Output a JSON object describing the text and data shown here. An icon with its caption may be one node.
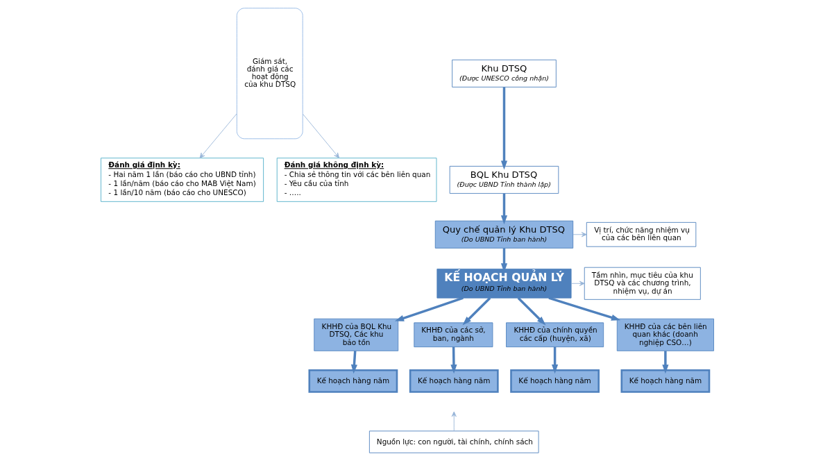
{
  "diagram": {
    "nodes": [
      {
        "text": [
          "Giám sát, đánh giá các hoạt động của khu DTSQ"
        ]
      },
      {
        "text": [
          "Đánh giá định kỳ:",
          "- Hai năm 1 lần (báo cáo cho UBND tỉnh)",
          "- 1 lần/năm (báo cáo cho MAB Việt Nam)",
          "- 1 lần/10 năm (báo cáo cho UNESCO)"
        ]
      },
      {
        "text": [
          "Đánh giá không định kỳ:",
          "- Chia sẻ thông tin với các bên liên quan",
          "- Yêu cầu của tỉnh",
          "- ….."
        ]
      },
      {
        "text": [
          "Khu DTSQ",
          "(Được UNESCO công nhận)"
        ]
      },
      {
        "text": [
          "BQL Khu DTSQ",
          "(Được UBND Tỉnh thành lập)"
        ]
      },
      {
        "text": [
          "Quy chế quản lý Khu DTSQ",
          "(Do UBND Tỉnh ban hành)"
        ]
      },
      {
        "text": [
          "Vị trí, chức năng nhiệm vụ của các bên liên quan"
        ]
      },
      {
        "text": [
          "KẾ HOẠCH QUẢN LÝ",
          "(Do UBND Tỉnh ban hành)"
        ]
      },
      {
        "text": [
          "Tầm nhìn, mục tiêu của khu DTSQ và các chương trình, nhiệm vụ, dự án"
        ]
      },
      {
        "text": [
          "KHHĐ của BQL Khu DTSQ, Các khu bảo tồn"
        ]
      },
      {
        "text": [
          "KHHĐ của các sở, ban, ngành"
        ]
      },
      {
        "text": [
          "KHHĐ của chính quyền các cấp (huyện, xã)"
        ]
      },
      {
        "text": [
          "KHHĐ của các bên liên quan khác (doanh nghiệp CSO…)"
        ]
      },
      {
        "text": [
          "Kế hoạch hàng năm"
        ]
      },
      {
        "text": [
          "Kế hoạch hàng năm"
        ]
      },
      {
        "text": [
          "Kế hoạch hàng năm"
        ]
      },
      {
        "text": [
          "Kế hoạch hàng năm"
        ]
      },
      {
        "text": [
          "Nguồn lực: con người, tài chính, chính sách"
        ]
      }
    ],
    "edges": [
      {
        "from": 0,
        "to": 1,
        "arrow": "to",
        "color": "#95b3d7"
      },
      {
        "from": 0,
        "to": 2,
        "arrow": "to",
        "color": "#95b3d7"
      },
      {
        "from": 3,
        "to": 4,
        "arrow": "to"
      },
      {
        "from": 4,
        "to": 5,
        "arrow": "to"
      },
      {
        "from": 5,
        "to": 6,
        "arrow": "to",
        "color": "#95b3d7"
      },
      {
        "from": 5,
        "to": 7,
        "arrow": "to"
      },
      {
        "from": 7,
        "to": 8,
        "arrow": "to",
        "color": "#95b3d7"
      },
      {
        "from": 7,
        "to": 9,
        "arrow": "to"
      },
      {
        "from": 7,
        "to": 10,
        "arrow": "to"
      },
      {
        "from": 7,
        "to": 11,
        "arrow": "to"
      },
      {
        "from": 7,
        "to": 12,
        "arrow": "to"
      },
      {
        "from": 9,
        "to": 13,
        "arrow": "to"
      },
      {
        "from": 10,
        "to": 14,
        "arrow": "to"
      },
      {
        "from": 11,
        "to": 15,
        "arrow": "to"
      },
      {
        "from": 12,
        "to": 16,
        "arrow": "to"
      },
      {
        "from": 17,
        "to": null,
        "arrow": "to",
        "color": "#95b3d7"
      }
    ]
  }
}
